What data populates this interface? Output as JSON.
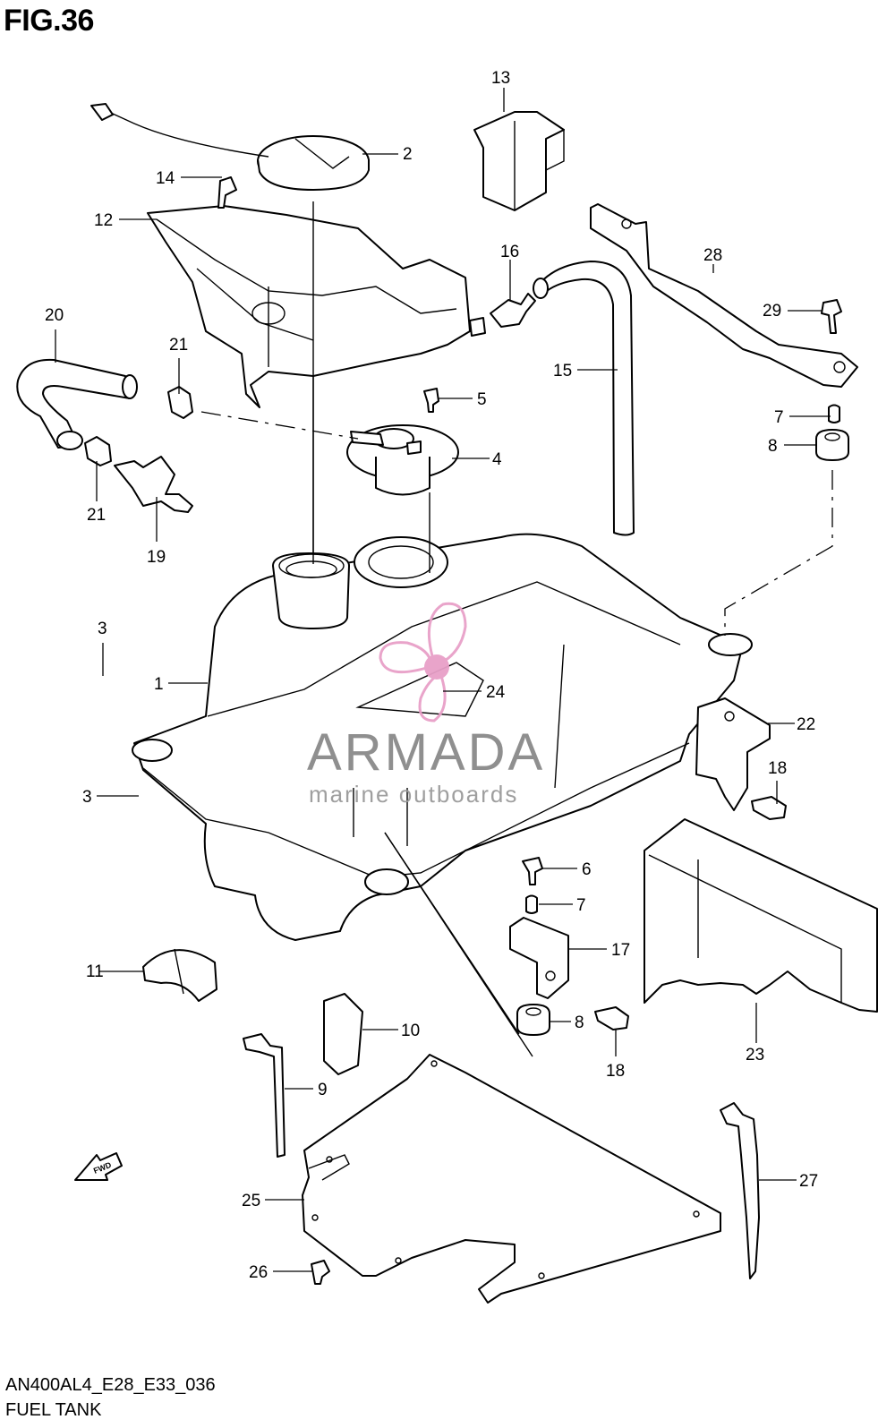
{
  "title": "FIG.36",
  "footer": {
    "code": "AN400AL4_E28_E33_036",
    "name": "FUEL TANK"
  },
  "watermark": {
    "name": "ARMADA",
    "tagline": "marine outboards",
    "color": "#e8a0c8"
  },
  "fwd_label": "FWD",
  "callouts": [
    "13",
    "2",
    "14",
    "12",
    "16",
    "28",
    "29",
    "20",
    "21",
    "5",
    "15",
    "4",
    "7",
    "8",
    "21",
    "19",
    "3",
    "1",
    "24",
    "22",
    "18",
    "3",
    "6",
    "7",
    "17",
    "11",
    "10",
    "8",
    "18",
    "23",
    "9",
    "27",
    "25",
    "26"
  ]
}
